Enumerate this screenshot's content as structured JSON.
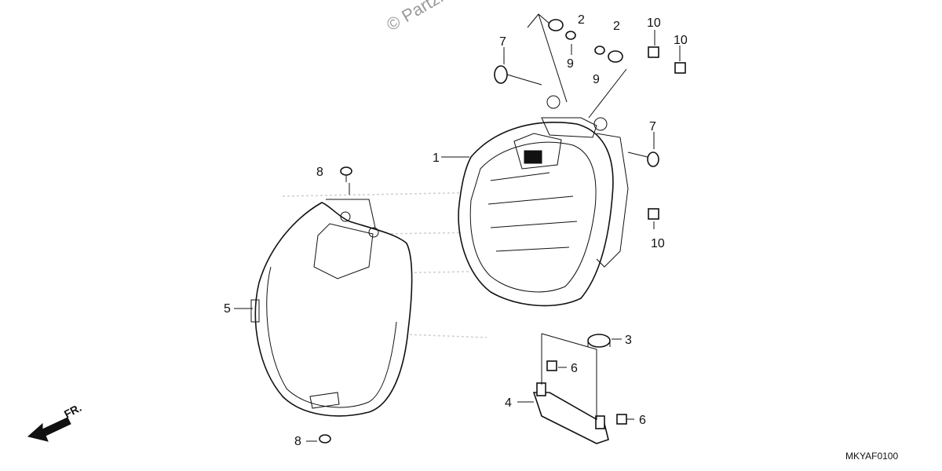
{
  "watermark": "© Partzilla",
  "diagram_code": "MKYAF0100",
  "front_indicator": "FR.",
  "callouts": {
    "c1": "1",
    "c2a": "2",
    "c2b": "2",
    "c3": "3",
    "c4": "4",
    "c5": "5",
    "c6a": "6",
    "c6b": "6",
    "c7a": "7",
    "c7b": "7",
    "c8a": "8",
    "c8b": "8",
    "c9a": "9",
    "c9b": "9",
    "c10a": "10",
    "c10b": "10",
    "c10c": "10"
  }
}
